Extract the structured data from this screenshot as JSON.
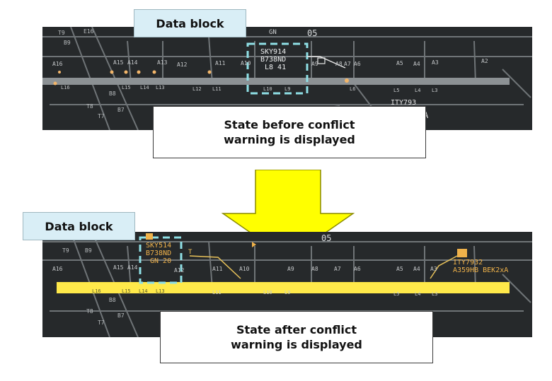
{
  "top": {
    "data_block_label": "Data block",
    "caption_line1": "State before conflict",
    "caption_line2": "warning is displayed",
    "runway": "05",
    "aircraft": {
      "callsign": "SKY914",
      "type": "B738ND",
      "info": "L8  41"
    },
    "other_aircraft": "ITY793",
    "stand_labels": [
      "A16",
      "A15",
      "A14",
      "A13",
      "A12",
      "A11",
      "A10",
      "A9",
      "A8",
      "A7",
      "A6",
      "A5",
      "A4",
      "A3",
      "A2"
    ],
    "lower_labels": [
      "L16",
      "L15",
      "L14",
      "L13",
      "L12",
      "L11",
      "L10",
      "L9",
      "L6",
      "L5",
      "L4",
      "L3"
    ],
    "misc_labels": [
      "T9",
      "E16",
      "B9",
      "B8",
      "B7",
      "T8",
      "T7",
      "GN"
    ]
  },
  "bottom": {
    "data_block_label": "Data block",
    "caption_line1": "State after conflict",
    "caption_line2": "warning is displayed",
    "runway": "05",
    "aircraft": {
      "callsign": "SKY514",
      "type": "B738ND",
      "info": "GN 20"
    },
    "other_aircraft": {
      "callsign": "ITY7932",
      "type": "A359HB BEK2xA"
    },
    "marker": "T",
    "stand_labels": [
      "A16",
      "A15",
      "A14",
      "A12",
      "A11",
      "A10",
      "A9",
      "A8",
      "A7",
      "A6",
      "A5",
      "A4",
      "A3"
    ],
    "lower_labels": [
      "L16",
      "L15",
      "L14",
      "L13",
      "L11",
      "L10",
      "L9",
      "L5",
      "L4",
      "L3"
    ],
    "misc_labels": [
      "T9",
      "B9",
      "B8",
      "B7",
      "T8",
      "T7"
    ]
  },
  "colors": {
    "screen_bg": "#26292b",
    "taxiway": "#8c9194",
    "runway_highlight": "#ffe94a",
    "data_block_frame": "#8fe0e6",
    "arrow": "#ffff00"
  }
}
